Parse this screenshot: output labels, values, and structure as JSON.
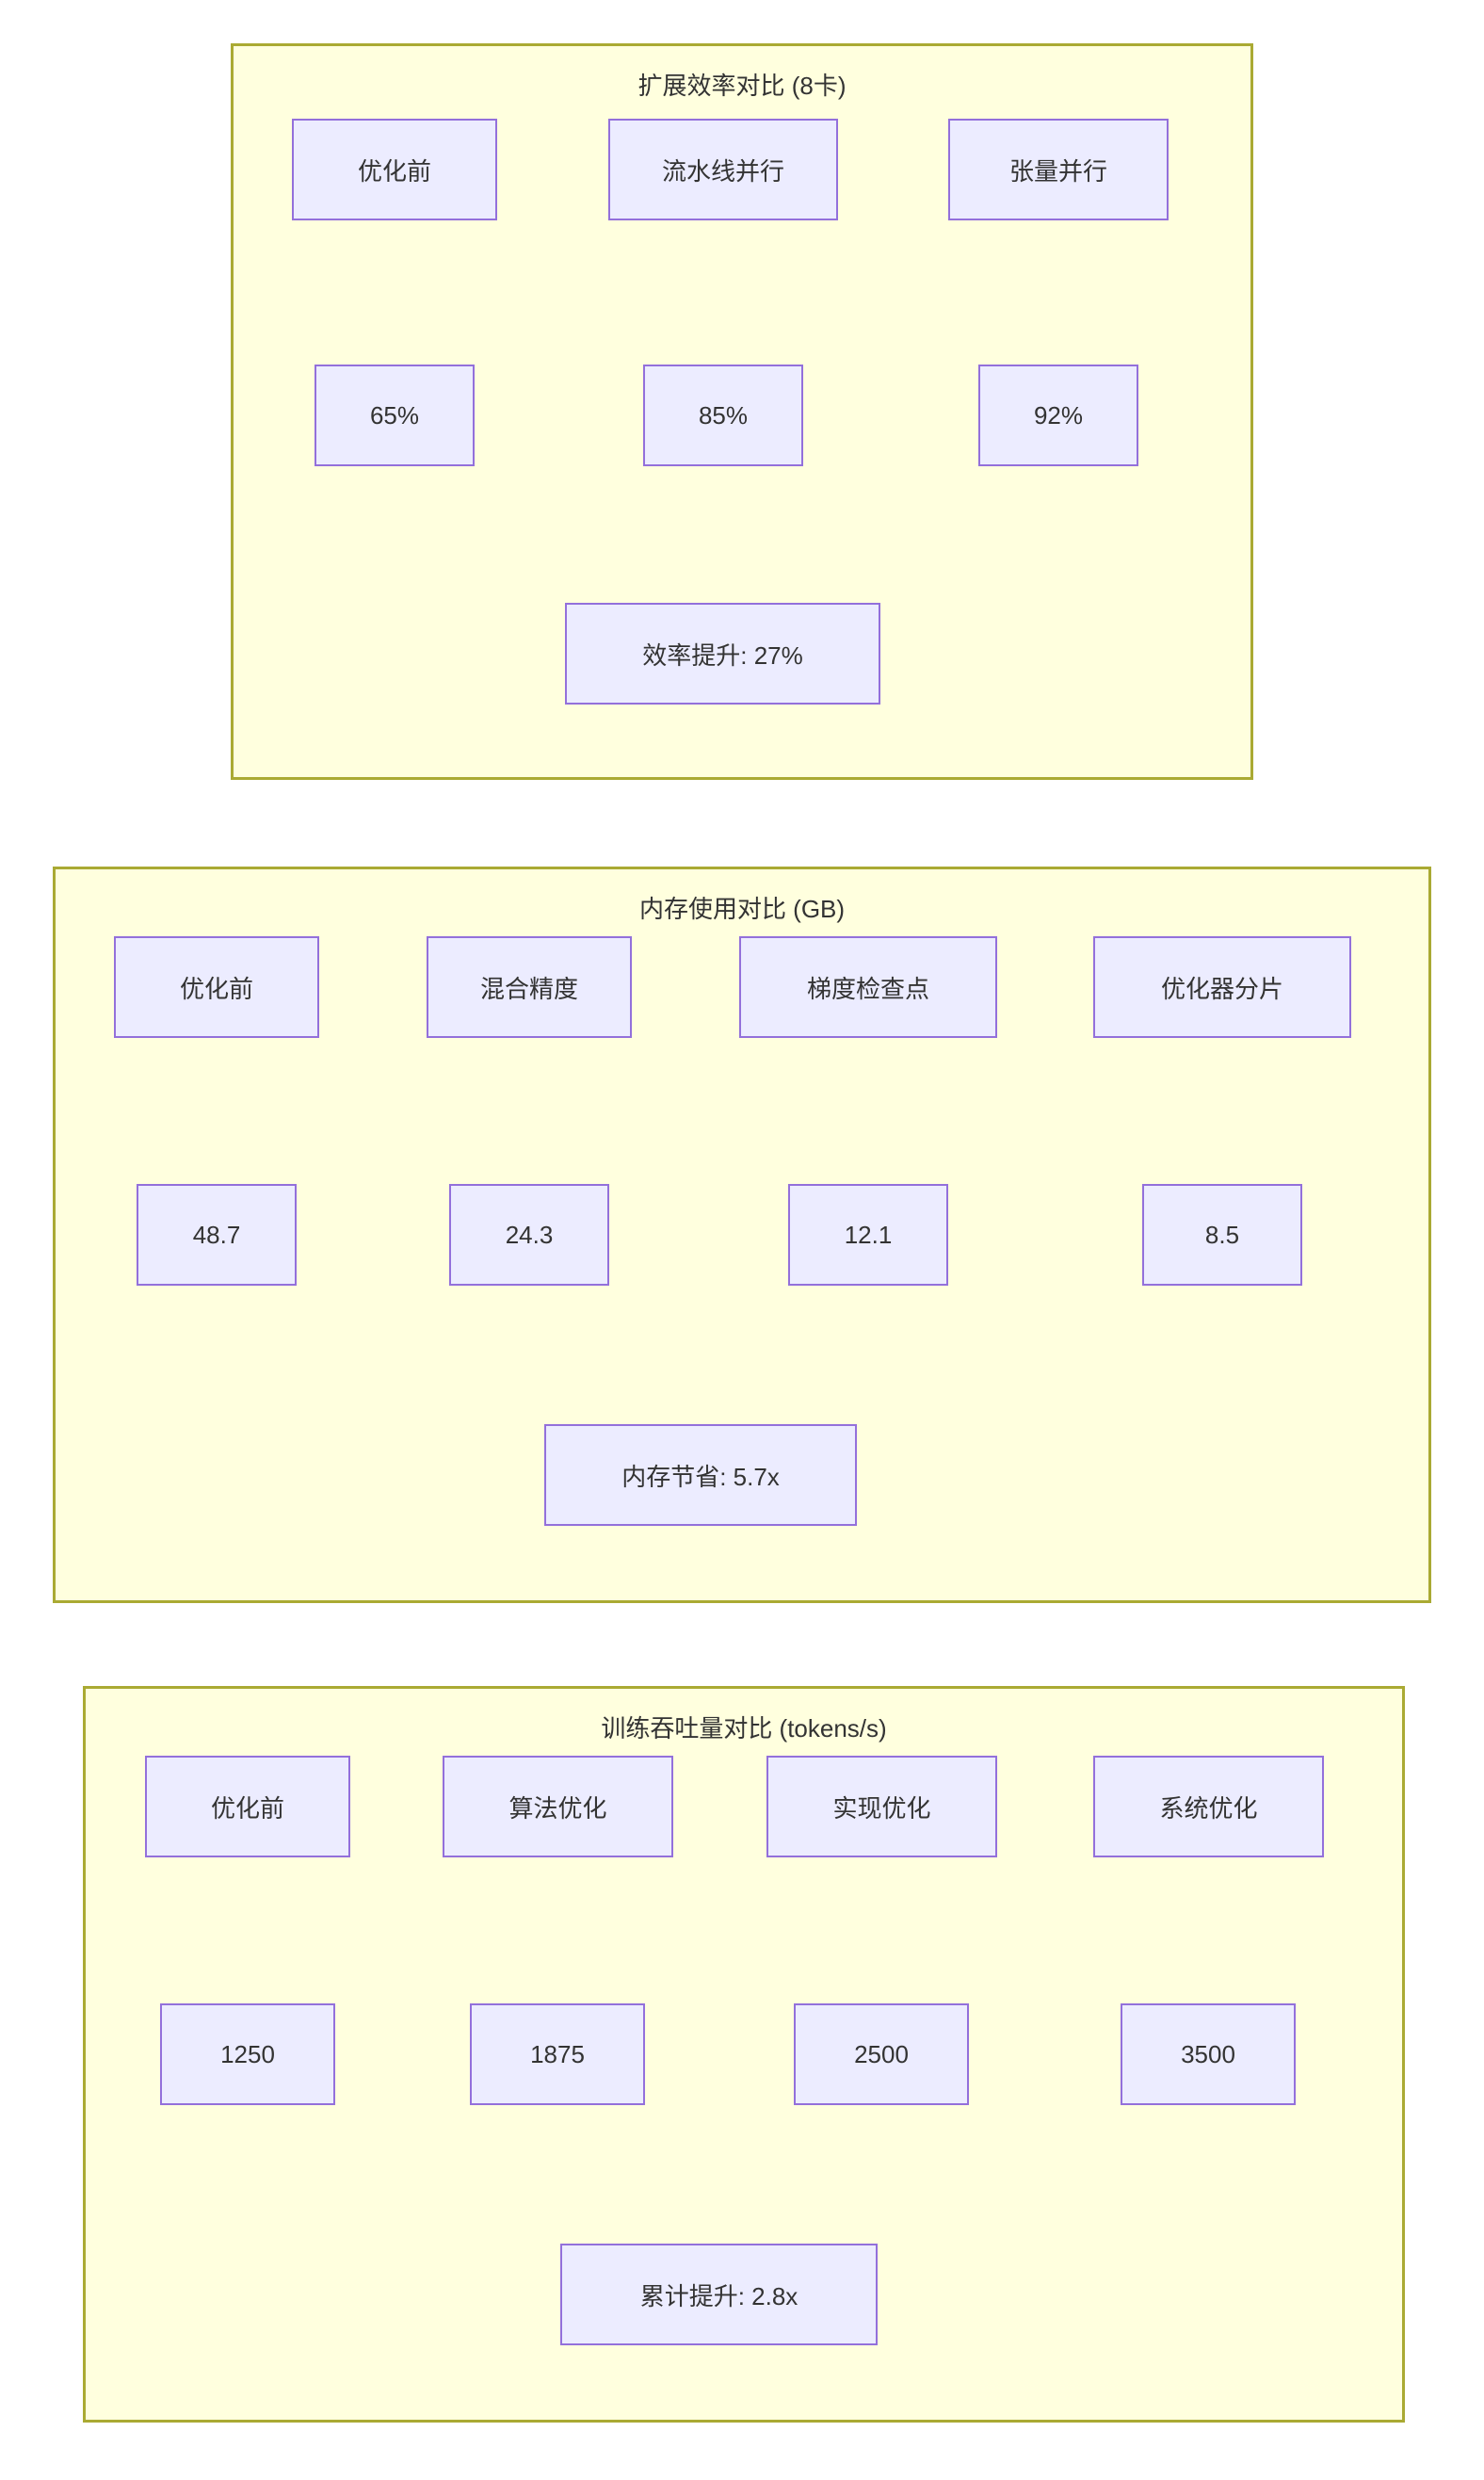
{
  "diagram": {
    "type": "flowchart",
    "background": "#ffffff",
    "panel_fill": "#ffffde",
    "panel_stroke": "#aaaa33",
    "node_fill": "#ececff",
    "node_stroke": "#9370db",
    "edge_color": "#333333",
    "text_color": "#333333"
  },
  "panels": [
    {
      "id": "panel-scaling-efficiency",
      "title": "扩展效率对比 (8卡)",
      "inputs": [
        {
          "label": "优化前"
        },
        {
          "label": "流水线并行"
        },
        {
          "label": "张量并行"
        }
      ],
      "values": [
        {
          "label": "65%"
        },
        {
          "label": "85%"
        },
        {
          "label": "92%"
        }
      ],
      "summary": {
        "label": "效率提升: 27%"
      }
    },
    {
      "id": "panel-memory-usage",
      "title": "内存使用对比 (GB)",
      "inputs": [
        {
          "label": "优化前"
        },
        {
          "label": "混合精度"
        },
        {
          "label": "梯度检查点"
        },
        {
          "label": "优化器分片"
        }
      ],
      "values": [
        {
          "label": "48.7"
        },
        {
          "label": "24.3"
        },
        {
          "label": "12.1"
        },
        {
          "label": "8.5"
        }
      ],
      "summary": {
        "label": "内存节省: 5.7x"
      }
    },
    {
      "id": "panel-training-throughput",
      "title": "训练吞吐量对比 (tokens/s)",
      "inputs": [
        {
          "label": "优化前"
        },
        {
          "label": "算法优化"
        },
        {
          "label": "实现优化"
        },
        {
          "label": "系统优化"
        }
      ],
      "values": [
        {
          "label": "1250"
        },
        {
          "label": "1875"
        },
        {
          "label": "2500"
        },
        {
          "label": "3500"
        }
      ],
      "summary": {
        "label": "累计提升: 2.8x"
      }
    }
  ]
}
